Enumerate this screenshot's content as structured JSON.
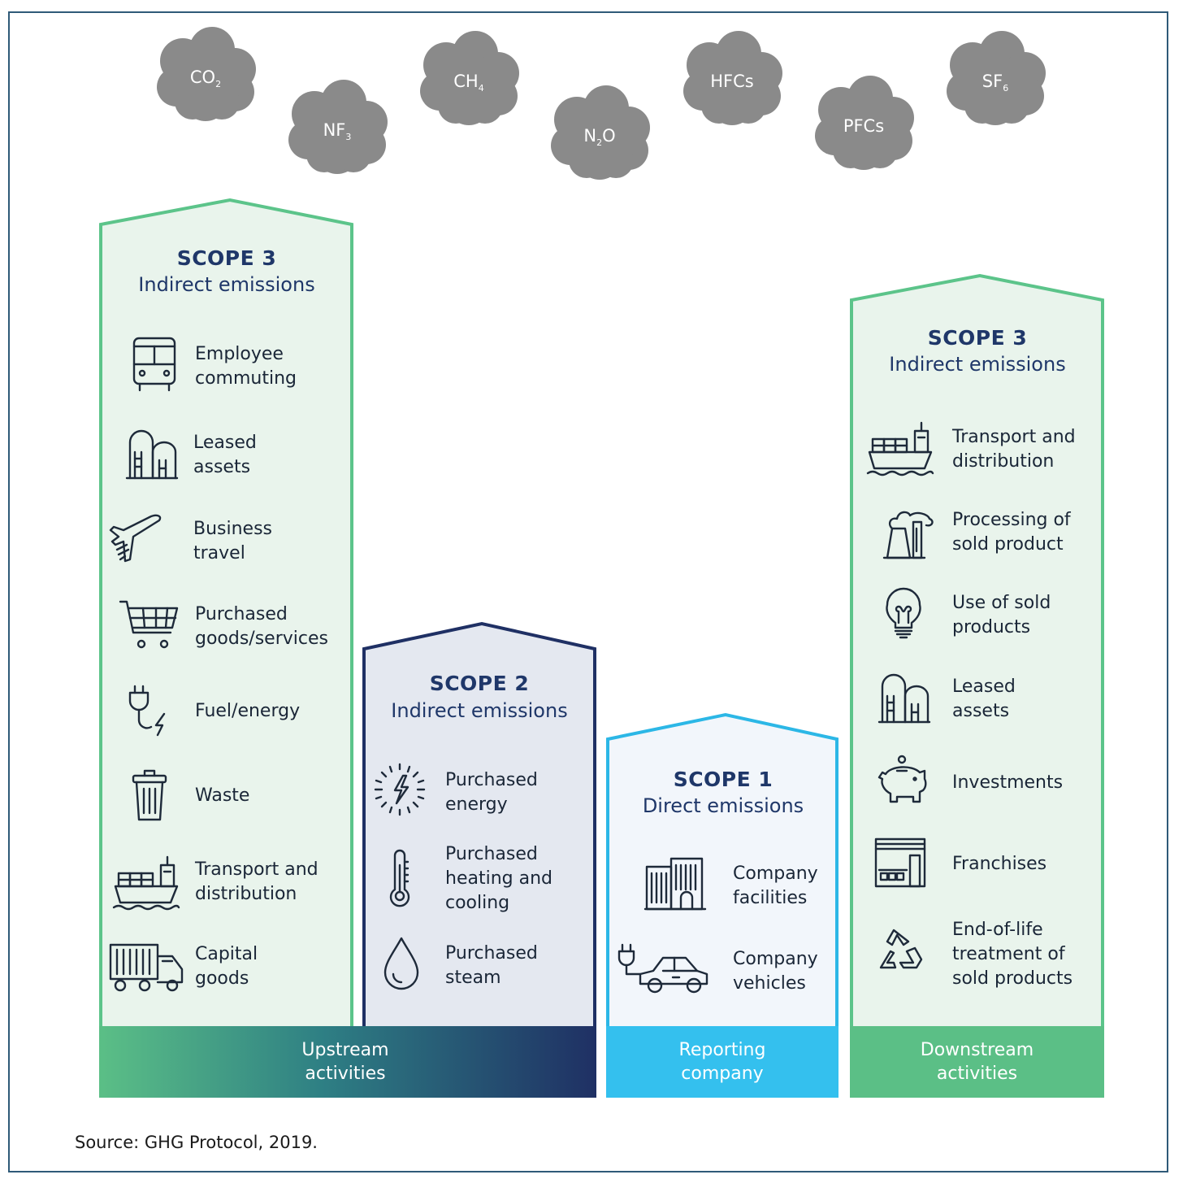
{
  "clouds": [
    {
      "name": "co2",
      "base": "CO",
      "sub": "2"
    },
    {
      "name": "nf3",
      "base": "NF",
      "sub": "3"
    },
    {
      "name": "ch4",
      "base": "CH",
      "sub": "4"
    },
    {
      "name": "n2o",
      "base": "N",
      "sub": "2",
      "tail": "O"
    },
    {
      "name": "hfcs",
      "base": "HFCs",
      "sub": ""
    },
    {
      "name": "pfcs",
      "base": "PFCs",
      "sub": ""
    },
    {
      "name": "sf6",
      "base": "SF",
      "sub": "6"
    }
  ],
  "scope3_upstream": {
    "title": "SCOPE 3",
    "subtitle": "Indirect emissions",
    "items": [
      {
        "label": "Employee\ncommuting",
        "icon": "bus-icon"
      },
      {
        "label": "Leased\nassets",
        "icon": "silo-icon"
      },
      {
        "label": "Business\ntravel",
        "icon": "airplane-icon"
      },
      {
        "label": "Purchased\ngoods/services",
        "icon": "cart-icon"
      },
      {
        "label": "Fuel/energy",
        "icon": "plug-icon"
      },
      {
        "label": "Waste",
        "icon": "trash-icon"
      },
      {
        "label": "Transport and\ndistribution",
        "icon": "ship-icon"
      },
      {
        "label": "Capital\ngoods",
        "icon": "truck-icon"
      }
    ]
  },
  "scope2": {
    "title": "SCOPE 2",
    "subtitle": "Indirect emissions",
    "items": [
      {
        "label": "Purchased\nenergy",
        "icon": "lightning-icon"
      },
      {
        "label": "Purchased\nheating and\ncooling",
        "icon": "thermometer-icon"
      },
      {
        "label": "Purchased\nsteam",
        "icon": "droplet-icon"
      }
    ]
  },
  "scope1": {
    "title": "SCOPE 1",
    "subtitle": "Direct emissions",
    "items": [
      {
        "label": "Company\nfacilities",
        "icon": "building-icon"
      },
      {
        "label": "Company\nvehicles",
        "icon": "electric-car-icon"
      }
    ]
  },
  "scope3_downstream": {
    "title": "SCOPE 3",
    "subtitle": "Indirect emissions",
    "items": [
      {
        "label": "Transport and\ndistribution",
        "icon": "ship-icon"
      },
      {
        "label": "Processing of\nsold product",
        "icon": "factory-icon"
      },
      {
        "label": "Use of sold\nproducts",
        "icon": "lightbulb-icon"
      },
      {
        "label": "Leased\nassets",
        "icon": "silo-icon"
      },
      {
        "label": "Investments",
        "icon": "piggy-bank-icon"
      },
      {
        "label": "Franchises",
        "icon": "storefront-icon"
      },
      {
        "label": "End-of-life\ntreatment of\nsold products",
        "icon": "recycle-icon"
      }
    ]
  },
  "bands": {
    "upstream": "Upstream\nactivities",
    "reporting": "Reporting\ncompany",
    "downstream": "Downstream\nactivities"
  },
  "source": "Source: GHG Protocol, 2019.",
  "colors": {
    "green_border": "#5cc48a",
    "green_fill": "#e9f4ec",
    "navy_border": "#1f3064",
    "navy_fill": "#e4e8f0",
    "blue_border": "#2cb7e6",
    "blue_fill": "#f2f6fb",
    "band_green": "#5bbf86",
    "band_navy": "#1f3064",
    "band_blue": "#34c0ee",
    "cloud": "#8a8a8a",
    "icon_stroke": "#1e2a3a"
  }
}
